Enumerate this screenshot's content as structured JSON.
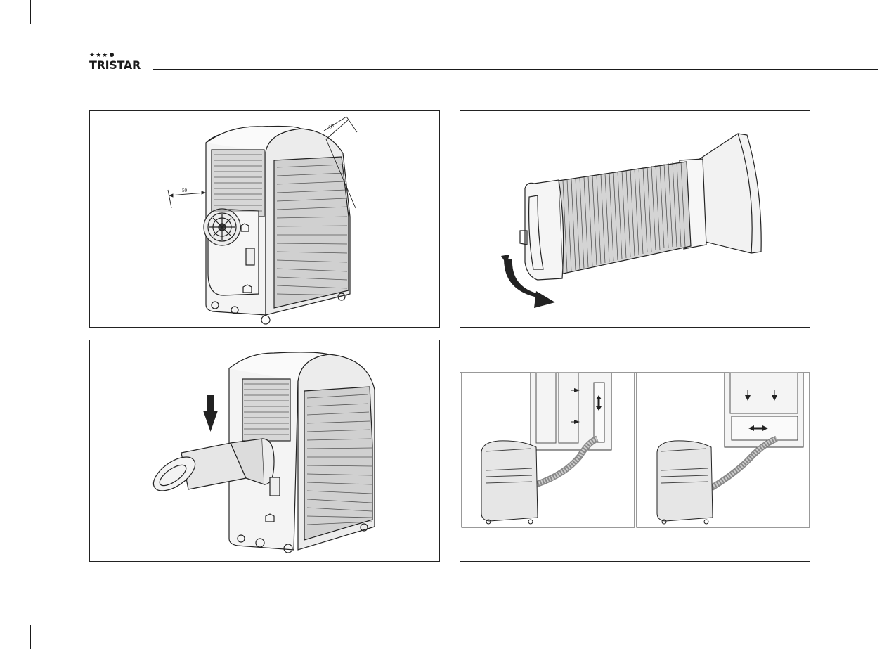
{
  "brand": {
    "stars": "★★★",
    "name": "TRISTAR"
  },
  "figures": {
    "clearance": {
      "side_distance": "50",
      "top_distance": "50"
    }
  }
}
